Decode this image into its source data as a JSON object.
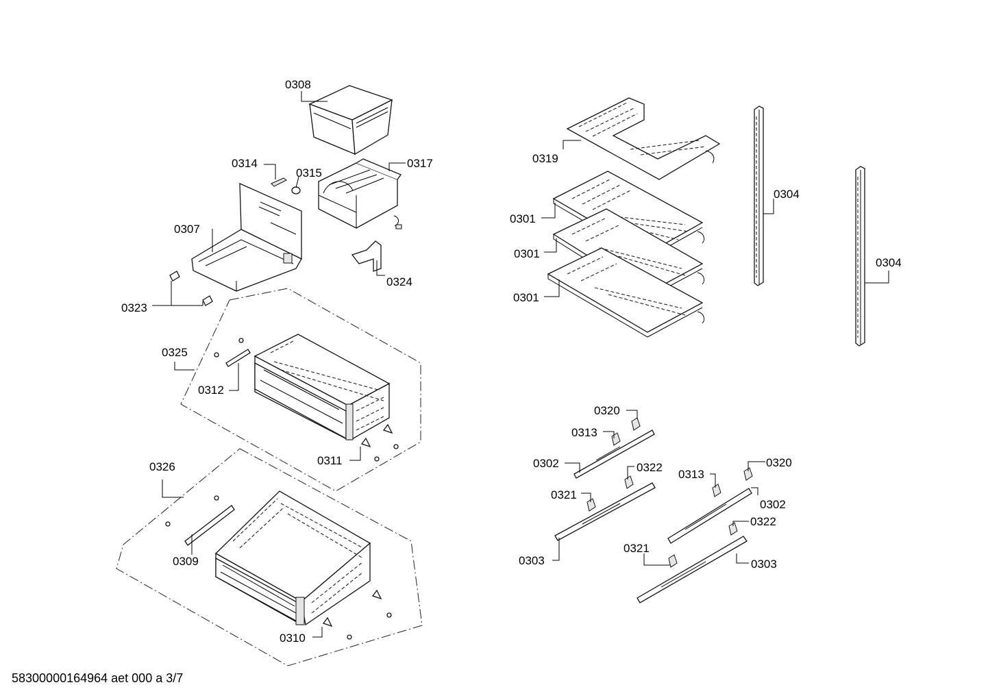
{
  "labels": {
    "p0308": "0308",
    "p0314": "0314",
    "p0315": "0315",
    "p0317": "0317",
    "p0307": "0307",
    "p0324": "0324",
    "p0323": "0323",
    "p0325": "0325",
    "p0312": "0312",
    "p0311": "0311",
    "p0326": "0326",
    "p0309": "0309",
    "p0310": "0310",
    "p0319": "0319",
    "p0301a": "0301",
    "p0301b": "0301",
    "p0301c": "0301",
    "p0304a": "0304",
    "p0304b": "0304",
    "p0320a": "0320",
    "p0313a": "0313",
    "p0302a": "0302",
    "p0322a": "0322",
    "p0321a": "0321",
    "p0303a": "0303",
    "p0313b": "0313",
    "p0320b": "0320",
    "p0302b": "0302",
    "p0322b": "0322",
    "p0321b": "0321",
    "p0303b": "0303"
  },
  "footer": "58300000164964 aet 000 a 3/7"
}
